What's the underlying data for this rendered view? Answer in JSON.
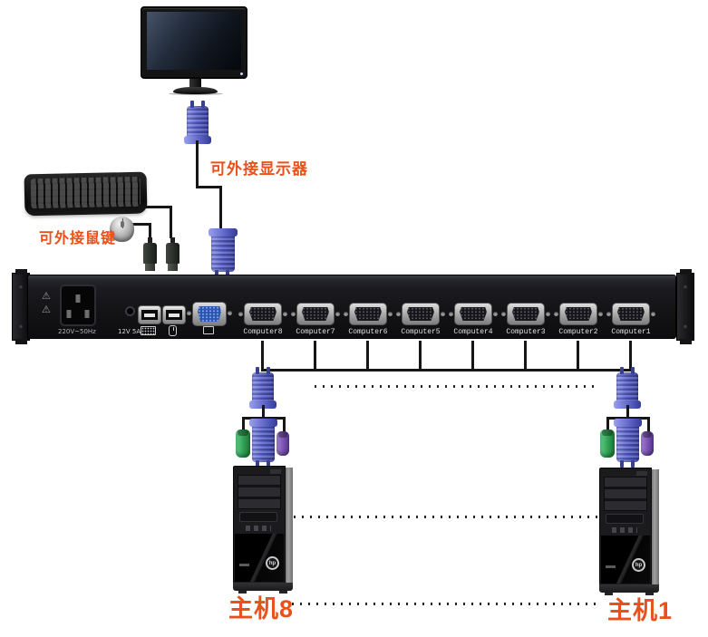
{
  "annotations": {
    "external_monitor_label": "可外接显示器",
    "external_mouse_keyboard_label": "可外接鼠键",
    "host_left_label": "主机8",
    "host_right_label": "主机1"
  },
  "kvm": {
    "power_rating": "220V~50Hz",
    "dc_rating": "12V 5A",
    "warning_glyph": "⚠",
    "port_labels": [
      "Computer8",
      "Computer7",
      "Computer6",
      "Computer5",
      "Computer4",
      "Computer3",
      "Computer2",
      "Computer1"
    ]
  },
  "devices": {
    "hp_logo_text": "hp"
  },
  "colors": {
    "annotation_orange": "#e8511c",
    "vga_connector_blue": "#5a63cc",
    "console_port_blue": "#2a56ae",
    "ps2_green": "#2f9e52",
    "ps2_purple": "#7a50b0",
    "cable_black": "#161616"
  }
}
